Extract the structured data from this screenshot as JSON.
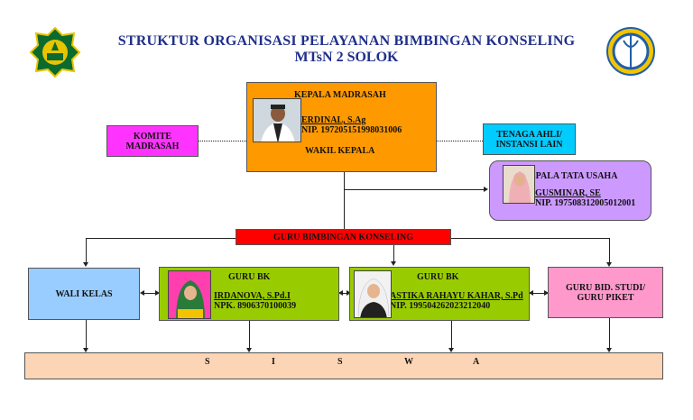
{
  "title": {
    "line1": "STRUKTUR ORGANISASI PELAYANAN BIMBINGAN KONSELING",
    "line2": "MTsN 2 SOLOK"
  },
  "kepala": {
    "role": "KEPALA MADRASAH",
    "name": "ERDINAL, S.Ag",
    "nip": "NIP. 197205151998031006",
    "deputy": "WAKIL KEPALA"
  },
  "komite": {
    "line1": "KOMITE",
    "line2": "MADRASAH"
  },
  "tenaga_ahli": {
    "line1": "TENAGA AHLI/",
    "line2": "INSTANSI LAIN"
  },
  "tata_usaha": {
    "role": "EPALA TATA USAHA",
    "name": "GUSMINAR, SE",
    "nip": "NIP. 197508312005012001"
  },
  "guru_bk_header": "GURU BIMBINGAN KONSELING",
  "wali_kelas": "WALI KELAS",
  "guru_bk_1": {
    "role": "GURU BK",
    "name": "IRDANOVA, S.Pd.I",
    "npk": "NPK. 8906370100039"
  },
  "guru_bk_2": {
    "role": "GURU BK",
    "name": "ASTIKA RAHAYU KAHAR, S.Pd",
    "nip": "NIP. 199504262023212040"
  },
  "guru_bid": {
    "line1": "GURU BID. STUDI/",
    "line2": "GURU PIKET"
  },
  "siswa": [
    "S",
    "I",
    "S",
    "W",
    "A"
  ],
  "colors": {
    "title": "#1f2f8c",
    "kepala": "#ff9900",
    "komite": "#ff33ff",
    "tenaga_ahli": "#00ccff",
    "tata_usaha": "#cc99ff",
    "guru_bk_header": "#ff0000",
    "wali_kelas": "#99ccff",
    "guru_bk": "#99cc00",
    "guru_bid": "#ff99cc",
    "siswa": "#fbd5b5"
  }
}
